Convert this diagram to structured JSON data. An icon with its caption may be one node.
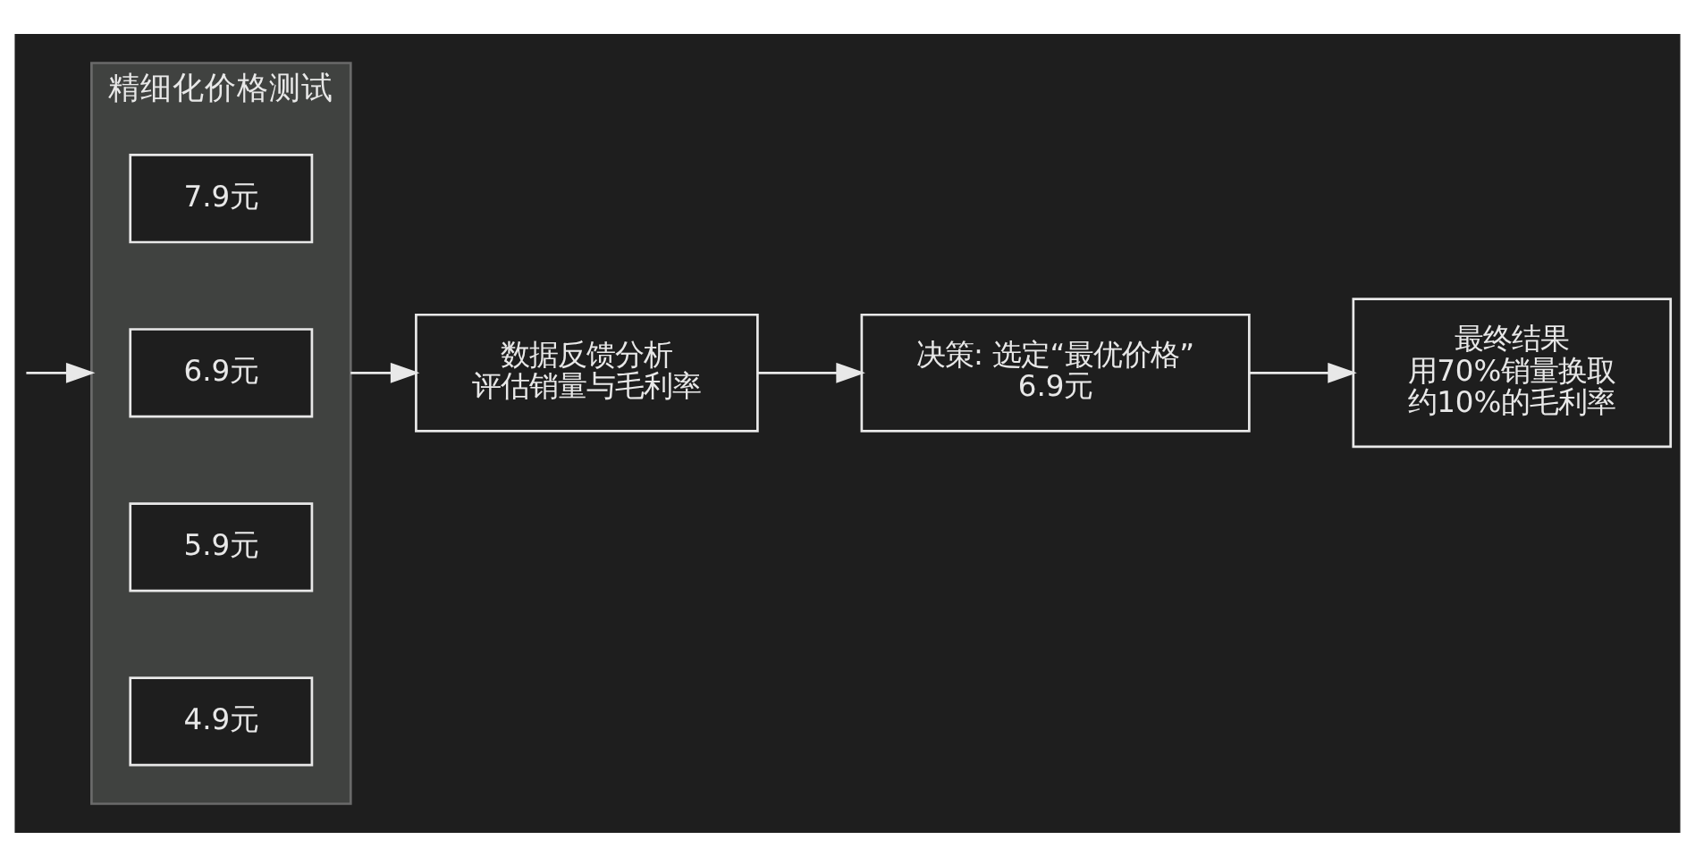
{
  "diagram": {
    "nodes": [
      {
        "text": [
          "精细化价格测试"
        ]
      },
      {
        "text": [
          "4.9元"
        ],
        "in": 0
      },
      {
        "text": [
          "5.9元"
        ],
        "in": 0
      },
      {
        "text": [
          "6.9元"
        ],
        "in": 0
      },
      {
        "text": [
          "7.9元"
        ],
        "in": 0
      },
      {
        "text": [
          "数据反馈分析",
          "评估销量与毛利率"
        ]
      },
      {
        "text": [
          "决策: 选定“最优价格”",
          "6.9元"
        ]
      },
      {
        "text": [
          "最终结果",
          "用70%销量换取",
          "约10%的毛利率"
        ]
      }
    ],
    "edges": [
      {
        "from": null,
        "to": 0,
        "arrow": "to"
      },
      {
        "from": 0,
        "to": 5,
        "arrow": "to"
      },
      {
        "from": 5,
        "to": 6,
        "arrow": "to"
      },
      {
        "from": 6,
        "to": 7,
        "arrow": "to"
      }
    ]
  }
}
